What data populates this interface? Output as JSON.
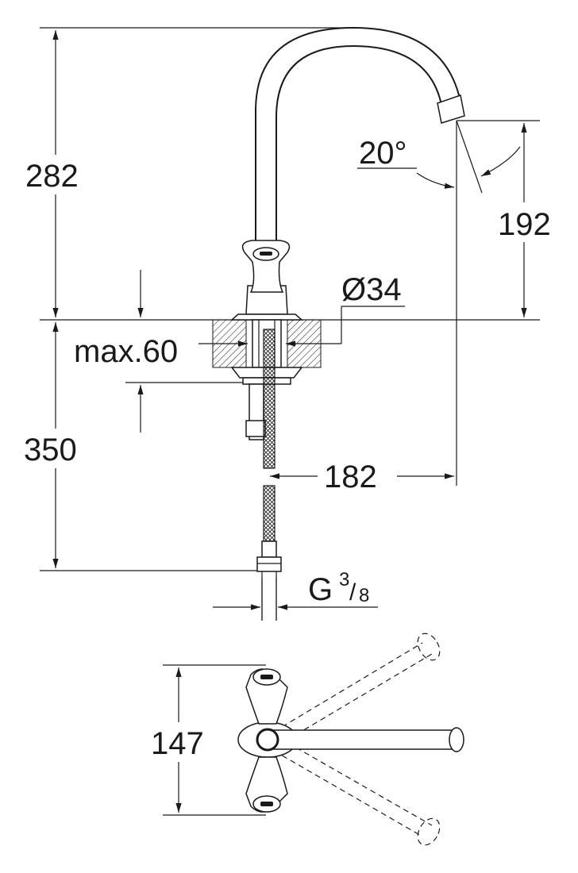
{
  "dimensions": {
    "total_height": "282",
    "spout_height": "192",
    "spout_angle": "20°",
    "deck_diameter": "Ø34",
    "max_deck_thickness": "max.60",
    "hose_length": "350",
    "spout_reach": "182",
    "connection_thread_main": "G",
    "connection_thread_num": "3",
    "connection_thread_den": "8",
    "top_view_width": "147"
  },
  "colors": {
    "line": "#1a1a1a",
    "background": "#ffffff"
  }
}
